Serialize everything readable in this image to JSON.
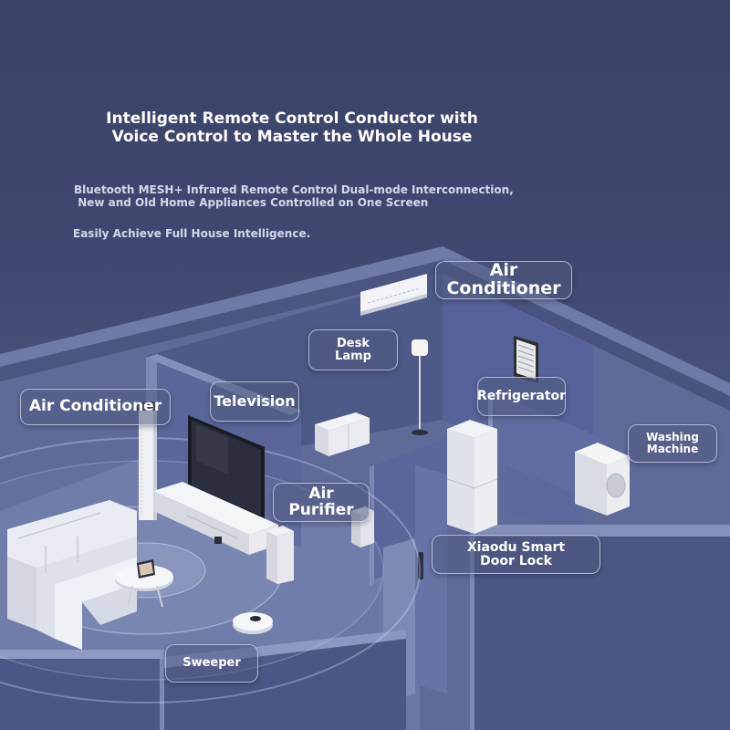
{
  "header": {
    "title_line1": "Intelligent Remote Control Conductor with",
    "title_line2": "Voice Control to Master the Whole House",
    "subtitle_line1": "Bluetooth MESH+ Infrared Remote Control Dual-mode Interconnection,",
    "subtitle_line2": "New and Old Home Appliances Controlled on One Screen",
    "tagline": "Easily Achieve Full House Intelligence."
  },
  "labels": {
    "air_conditioner_wall": "Air Conditioner",
    "desk_lamp": "Desk\nLamp",
    "air_conditioner_tower": "Air Conditioner",
    "television": "Television",
    "refrigerator": "Refrigerator",
    "washing_machine": "Washing\nMachine",
    "air_purifier": "Air Purifier",
    "door_lock": "Xiaodu Smart\nDoor Lock",
    "sweeper": "Sweeper"
  },
  "colors": {
    "background": "#3f4870",
    "wall": "#55618f",
    "floor": "#6b78a6",
    "label_border": "#d2daf0",
    "text": "#ffffff"
  }
}
